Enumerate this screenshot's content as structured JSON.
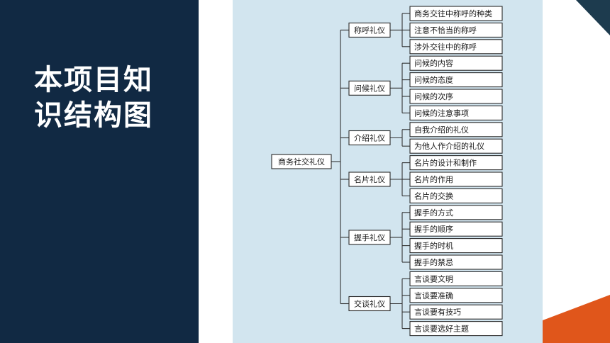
{
  "title": "本项目知识结构图",
  "title_lines": [
    "本项目知",
    "识结构图"
  ],
  "colors": {
    "panel": "#112943",
    "diagram_bg": "#d2e5ef",
    "accent_orange": "#e0561b",
    "accent_teal": "#1d3b4e"
  },
  "diagram": {
    "root": "商务社交礼仪",
    "categories": [
      {
        "label": "称呼礼仪",
        "items": [
          "商务交往中称呼的种类",
          "注意不恰当的称呼",
          "涉外交往中的称呼"
        ]
      },
      {
        "label": "问候礼仪",
        "items": [
          "问候的内容",
          "问候的态度",
          "问候的次序",
          "问候的注意事项"
        ]
      },
      {
        "label": "介绍礼仪",
        "items": [
          "自我介绍的礼仪",
          "为他人作介绍的礼仪"
        ]
      },
      {
        "label": "名片礼仪",
        "items": [
          "名片的设计和制作",
          "名片的作用",
          "名片的交换"
        ]
      },
      {
        "label": "握手礼仪",
        "items": [
          "握手的方式",
          "握手的顺序",
          "握手的时机",
          "握手的禁忌"
        ]
      },
      {
        "label": "交谈礼仪",
        "items": [
          "言谈要文明",
          "言谈要准确",
          "言谈要有技巧",
          "言谈要选好主题"
        ]
      }
    ]
  }
}
